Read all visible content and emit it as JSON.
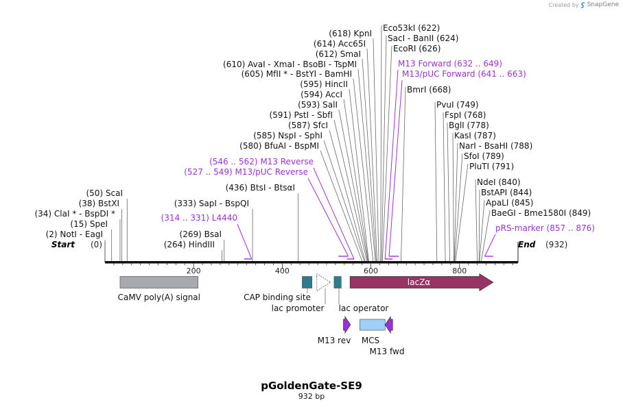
{
  "credit": {
    "prefix": "Created by",
    "brand": "SnapGene"
  },
  "title": "pGoldenGate-SE9",
  "length_label": "932 bp",
  "total_bp": 932,
  "ruler": {
    "ticks": [
      200,
      400,
      600,
      800
    ]
  },
  "end_labels": {
    "start": "Start",
    "start_pos": "(0)",
    "end": "End",
    "end_pos": "(932)"
  },
  "sites_left": [
    {
      "pos": 0,
      "label": "(2)  NotI  -  EagI"
    },
    {
      "pos": 15,
      "label": "(15)  SpeI"
    },
    {
      "pos": 34,
      "label": "(34)  ClaI *  -  BspDI *"
    },
    {
      "pos": 38,
      "label": "(38)  BstXI"
    },
    {
      "pos": 50,
      "label": "(50)  ScaI"
    },
    {
      "pos": 264,
      "label": "(264)  HindIII"
    },
    {
      "pos": 269,
      "label": "(269)  BsaI"
    },
    {
      "pos": 333,
      "label": "(333)  SapI  -  BspQI"
    },
    {
      "pos": 436,
      "label": "(436)  BtsI  -  BtsαI"
    }
  ],
  "sites_cluster": [
    {
      "pos": 580,
      "label": "(580)  BfuAI  -  BspMI"
    },
    {
      "pos": 585,
      "label": "(585)  NspI  -  SphI"
    },
    {
      "pos": 587,
      "label": "(587)  SfcI"
    },
    {
      "pos": 591,
      "label": "(591)  PstI  -  SbfI"
    },
    {
      "pos": 593,
      "label": "(593)  SalI"
    },
    {
      "pos": 594,
      "label": "(594)  AccI"
    },
    {
      "pos": 595,
      "label": "(595)  HincII"
    },
    {
      "pos": 605,
      "label": "(605)  MfII *  -  BstYI  -  BamHI"
    },
    {
      "pos": 610,
      "label": "(610)  AvaI  -  XmaI  -  BsoBI  -  TspMI"
    },
    {
      "pos": 612,
      "label": "(612)  SmaI"
    },
    {
      "pos": 614,
      "label": "(614)  Acc65I"
    },
    {
      "pos": 618,
      "label": "(618)  KpnI"
    }
  ],
  "sites_right": [
    {
      "pos": 622,
      "label": "Eco53kI  (622)"
    },
    {
      "pos": 624,
      "label": "SacI  -  BanII  (624)"
    },
    {
      "pos": 626,
      "label": "EcoRI  (626)"
    },
    {
      "pos": 668,
      "label": "BmrI  (668)"
    },
    {
      "pos": 749,
      "label": "PvuI  (749)"
    },
    {
      "pos": 768,
      "label": "FspI  (768)"
    },
    {
      "pos": 778,
      "label": "BglI  (778)"
    },
    {
      "pos": 787,
      "label": "KasI  (787)"
    },
    {
      "pos": 788,
      "label": "NarI  -  BsaHI  (788)"
    },
    {
      "pos": 789,
      "label": "SfoI  (789)"
    },
    {
      "pos": 791,
      "label": "PluTI  (791)"
    },
    {
      "pos": 840,
      "label": "NdeI  (840)"
    },
    {
      "pos": 844,
      "label": "BstAPI  (844)"
    },
    {
      "pos": 845,
      "label": "ApaLI  (845)"
    },
    {
      "pos": 849,
      "label": "BaeGI  -  Bme1580I  (849)"
    }
  ],
  "primers": [
    {
      "name": "M13 Forward",
      "range": "(632 .. 649)",
      "start": 632,
      "end": 649,
      "side": "right",
      "color": "#9b30d9"
    },
    {
      "name": "M13/pUC Forward",
      "range": "(641 .. 663)",
      "start": 641,
      "end": 663,
      "side": "right",
      "color": "#9b30d9"
    },
    {
      "name": "M13 Reverse",
      "range": "(546 .. 562)",
      "start": 546,
      "end": 562,
      "side": "left",
      "color": "#9b30d9"
    },
    {
      "name": "M13/pUC Reverse",
      "range": "(527 .. 549)",
      "start": 527,
      "end": 549,
      "side": "left",
      "color": "#9b30d9"
    },
    {
      "name": "L4440",
      "range": "(314 .. 331)",
      "start": 314,
      "end": 331,
      "side": "left",
      "color": "#9b30d9"
    },
    {
      "name": "pRS-marker",
      "range": "(857 .. 876)",
      "start": 857,
      "end": 876,
      "side": "right",
      "color": "#9b30d9"
    }
  ],
  "features": [
    {
      "name": "CaMV poly(A) signal",
      "start": 34,
      "end": 210,
      "type": "box",
      "color": "#a6a9ae"
    },
    {
      "name": "CAP binding site",
      "start": 445,
      "end": 467,
      "type": "box",
      "color": "#2e7d8c"
    },
    {
      "name": "lac promoter",
      "start": 478,
      "end": 509,
      "type": "arrow-outline",
      "color": "#ffffff"
    },
    {
      "name": "lac operator",
      "start": 517,
      "end": 533,
      "type": "box",
      "color": "#2e7d8c"
    },
    {
      "name": "lacZα",
      "start": 553,
      "end": 876,
      "type": "arrow",
      "color": "#993366"
    },
    {
      "name": "M13 rev",
      "start": 538,
      "end": 554,
      "type": "arrow",
      "color": "#9b30d9"
    },
    {
      "name": "MCS",
      "start": 575,
      "end": 632,
      "type": "box",
      "color": "#9fd0f5"
    },
    {
      "name": "M13 fwd",
      "start": 632,
      "end": 649,
      "type": "arrow-left",
      "color": "#9b30d9"
    }
  ],
  "colors": {
    "backbone": "#111111",
    "label": "#000000",
    "primer": "#9b30d9",
    "count": "#222222"
  }
}
